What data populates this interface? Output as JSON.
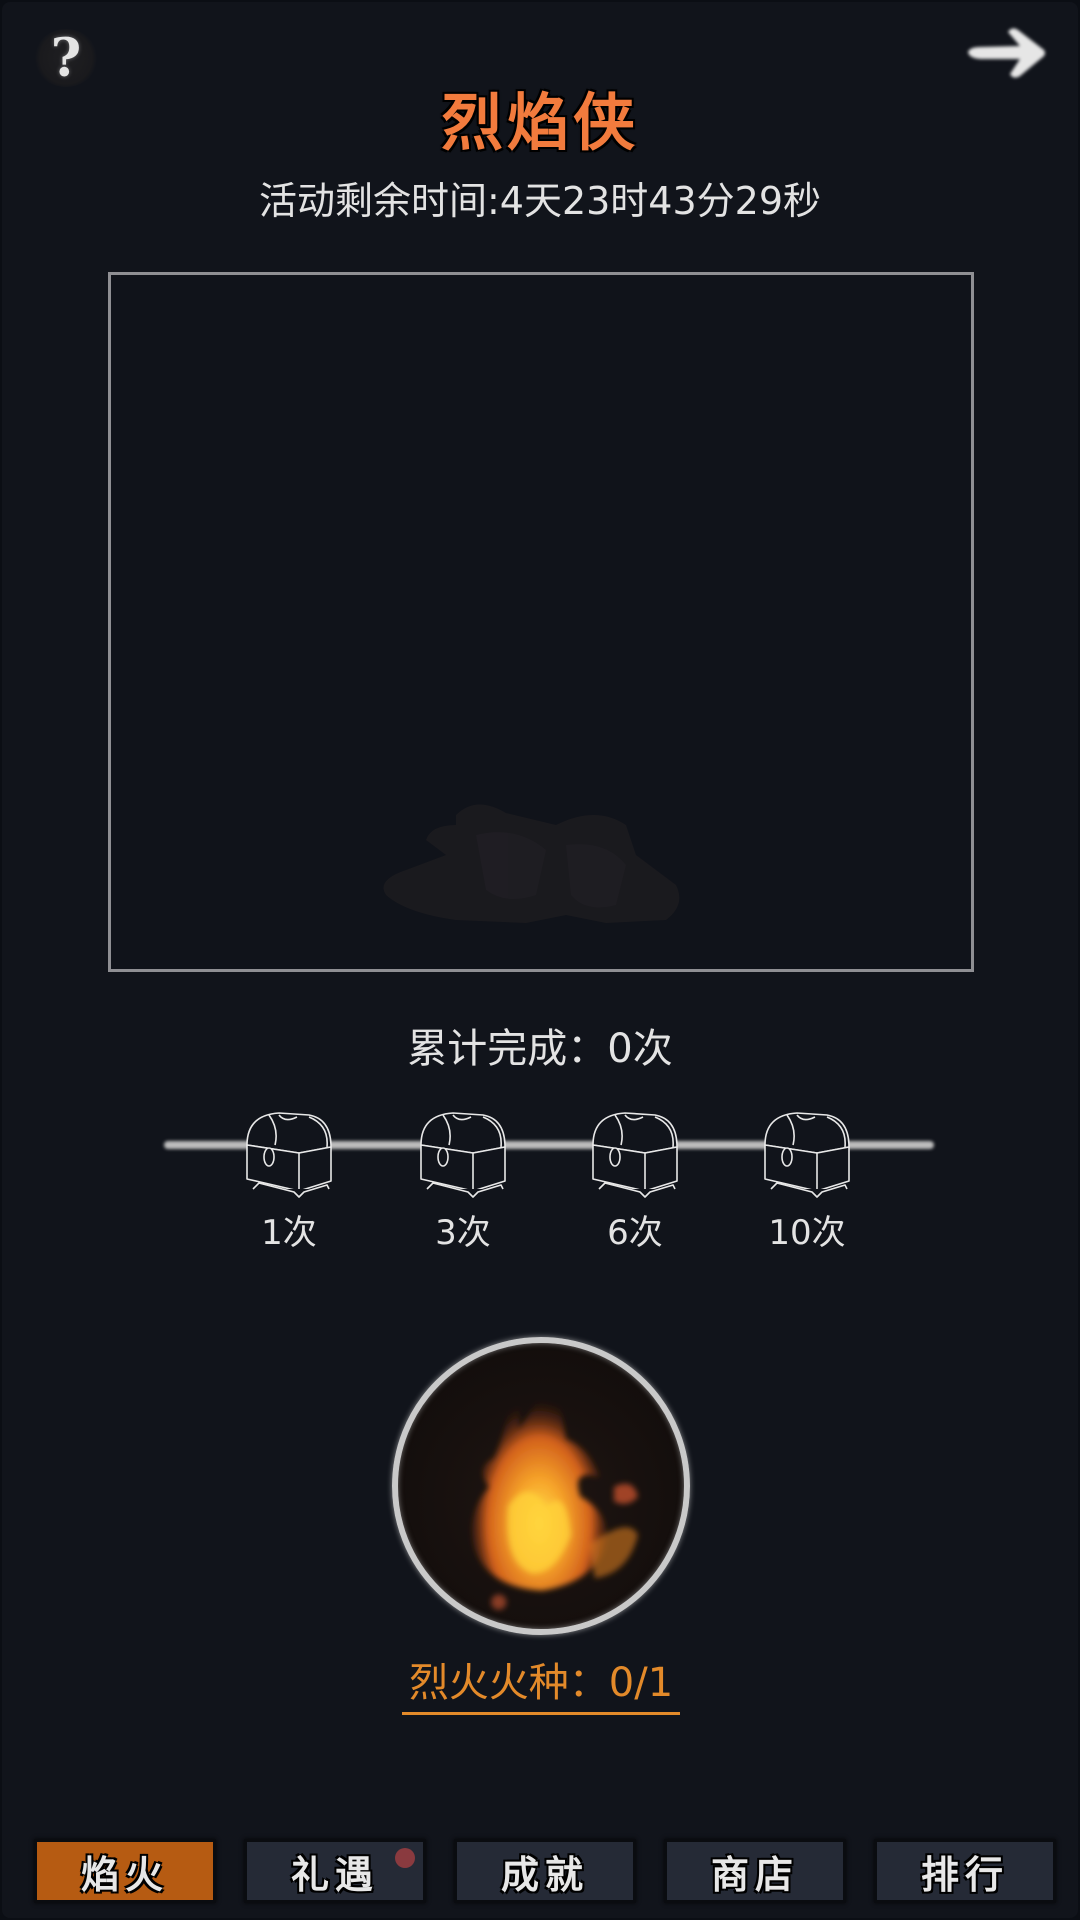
{
  "header": {
    "help_icon": "question-mark-icon",
    "help_glyph": "?",
    "next_icon": "arrow-right-icon",
    "title": "烈焰侠",
    "timer": "活动剩余时间:4天23时43分29秒"
  },
  "scene": {
    "image": "unlit-woodpile"
  },
  "progress": {
    "total_label": "累计完成：0次",
    "completed": 0,
    "milestones": [
      {
        "label": "1次",
        "icon": "treasure-chest-icon"
      },
      {
        "label": "3次",
        "icon": "treasure-chest-icon"
      },
      {
        "label": "6次",
        "icon": "treasure-chest-icon"
      },
      {
        "label": "10次",
        "icon": "treasure-chest-icon"
      }
    ]
  },
  "fire": {
    "icon": "flame-orb-icon",
    "seed_label": "烈火火种：0/1",
    "current": 0,
    "max": 1
  },
  "tabs": [
    {
      "label": "焰火",
      "active": true,
      "badge": false
    },
    {
      "label": "礼遇",
      "active": false,
      "badge": true
    },
    {
      "label": "成就",
      "active": false,
      "badge": false
    },
    {
      "label": "商店",
      "active": false,
      "badge": false
    },
    {
      "label": "排行",
      "active": false,
      "badge": false
    }
  ],
  "colors": {
    "background": "#11141b",
    "title": "#f27b3d",
    "accent": "#e38a2a",
    "active_tab": "#b65b12",
    "tab": "#252a36",
    "badge": "#8a3a3f"
  }
}
